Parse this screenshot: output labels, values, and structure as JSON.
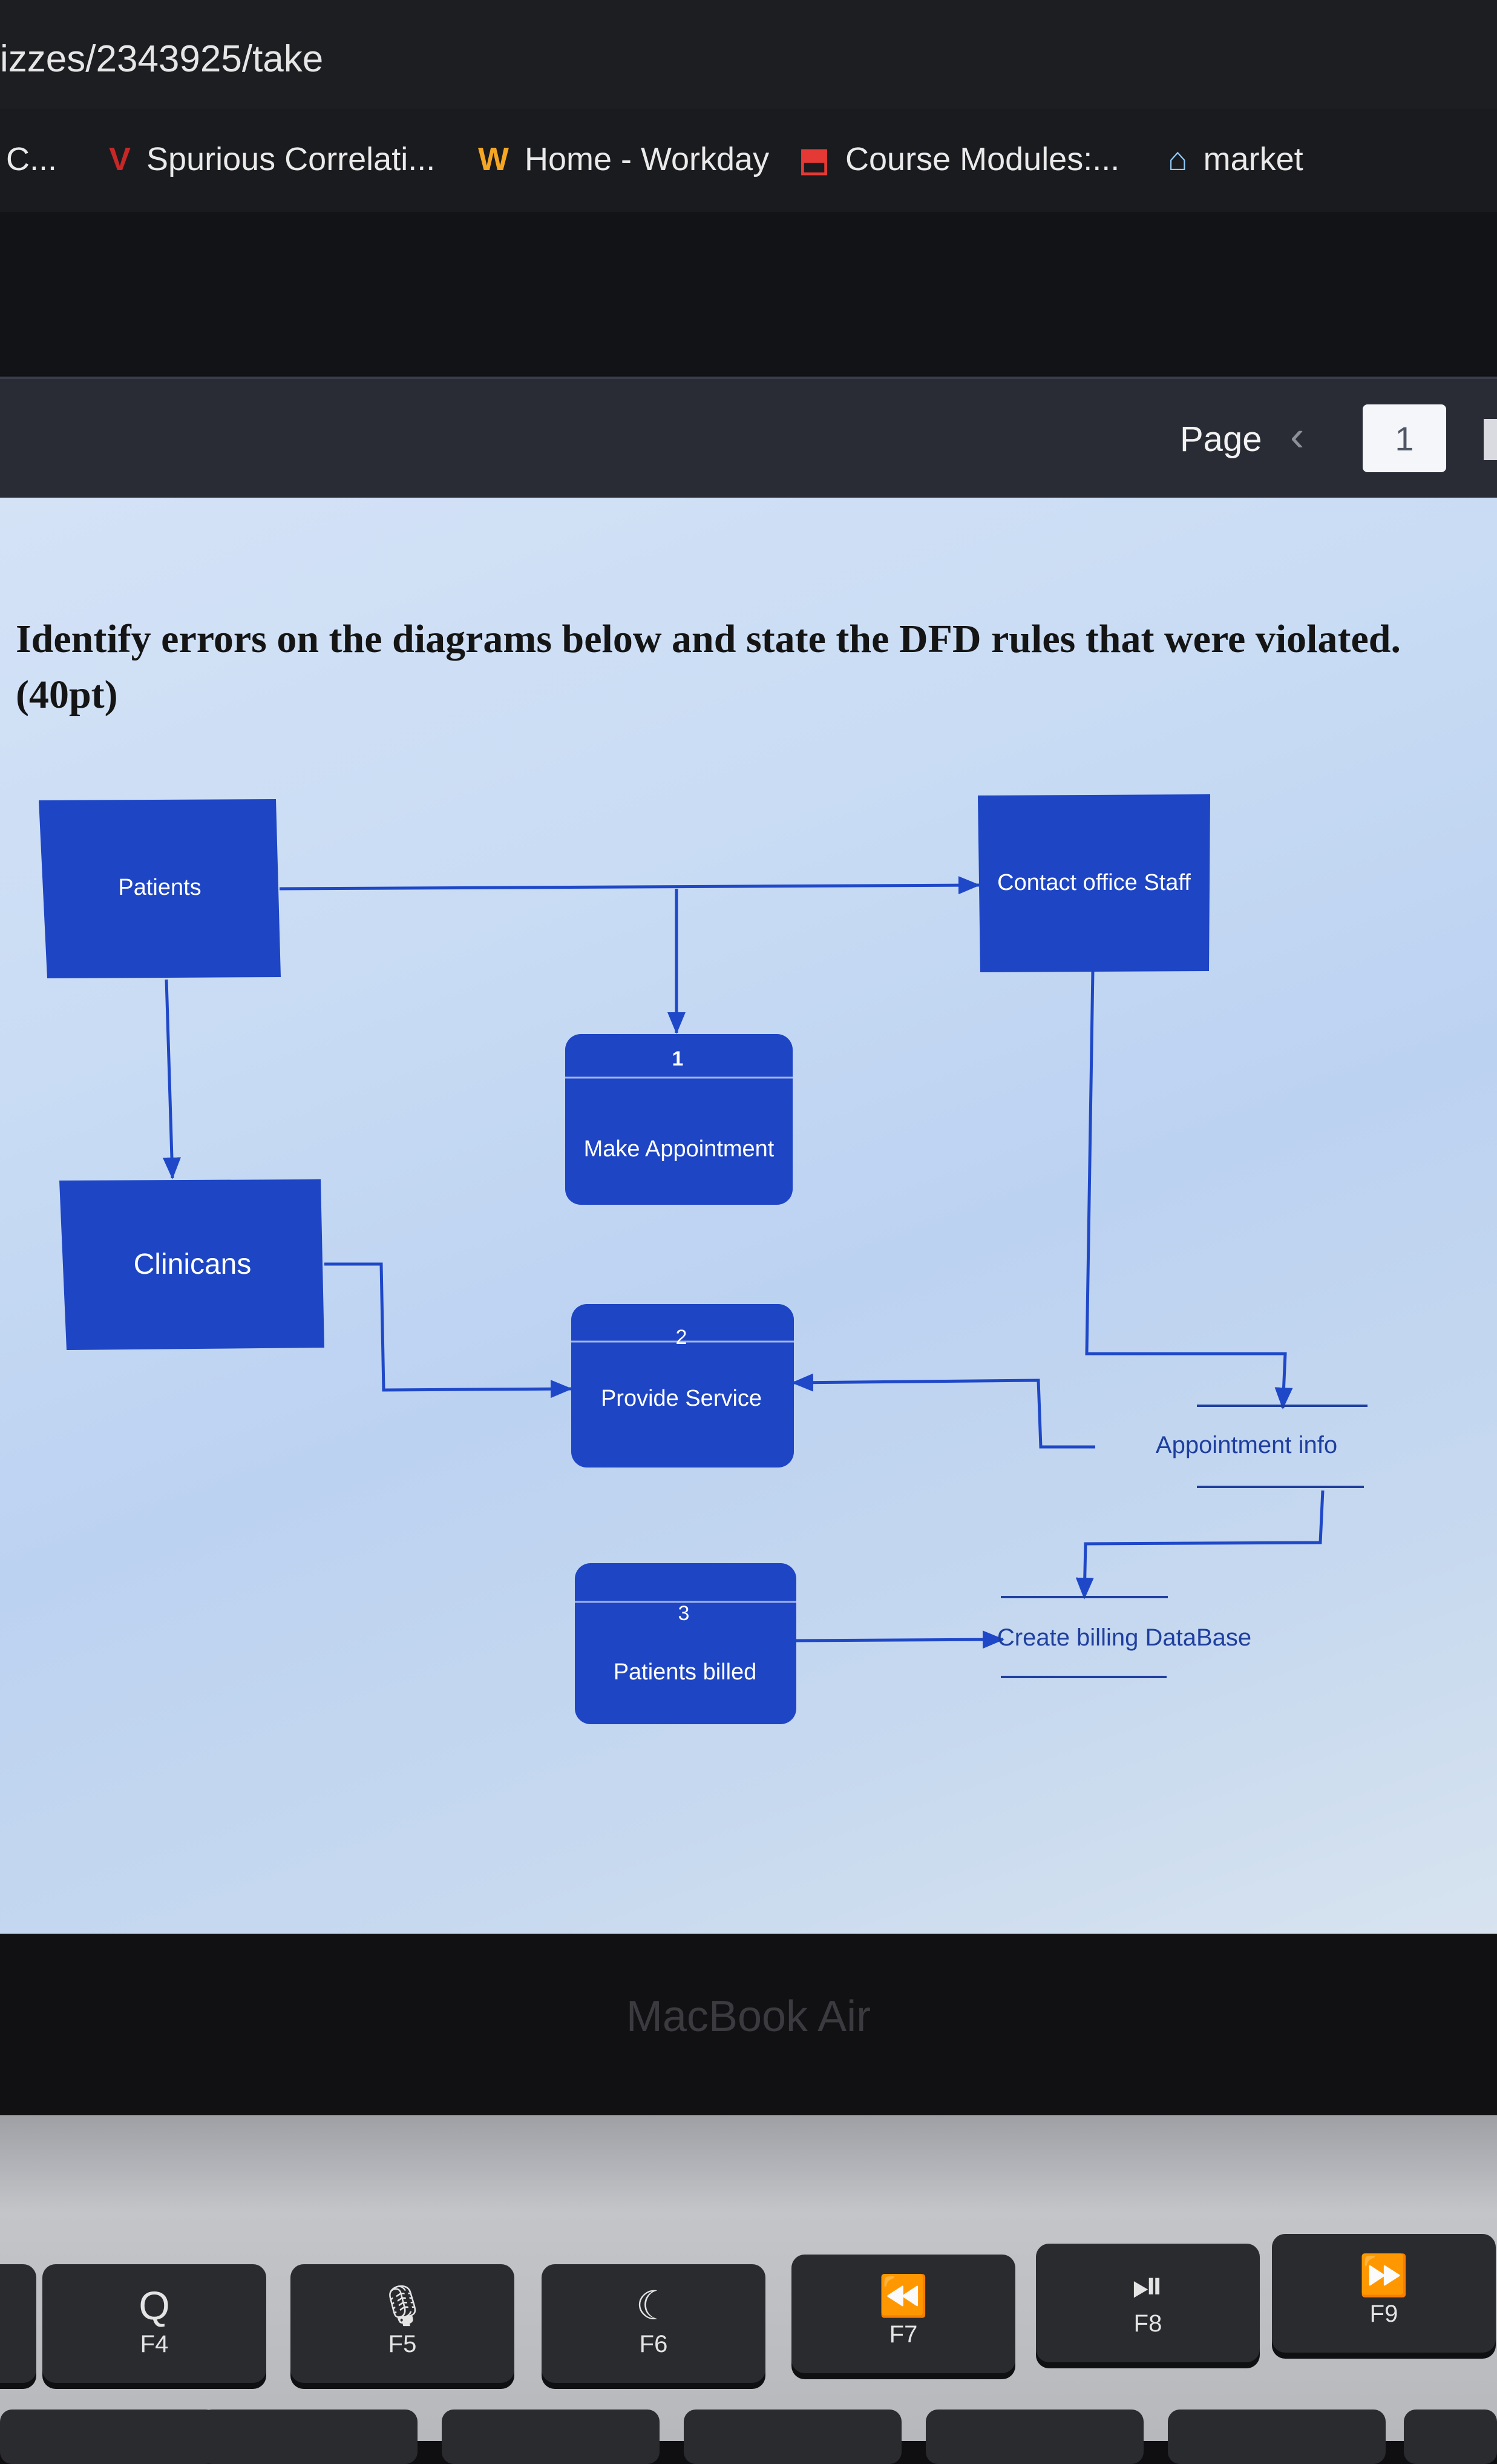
{
  "browser": {
    "url": "izzes/2343925/take",
    "bookmarks": [
      {
        "label": "C...",
        "icon": "globe-icon"
      },
      {
        "label": "Spurious Correlati...",
        "icon": "v-logo-icon",
        "icon_glyph": "V",
        "color": "#c62828"
      },
      {
        "label": "Home - Workday",
        "icon": "workday-icon",
        "icon_glyph": "W",
        "color": "#f5a623"
      },
      {
        "label": "Course Modules:...",
        "icon": "canvas-icon",
        "icon_glyph": "⬒",
        "color": "#e53935"
      },
      {
        "label": "market",
        "icon": "market-icon",
        "icon_glyph": "⌂",
        "color": "#90caf9"
      }
    ]
  },
  "canvas": {
    "page_label": "Page",
    "page_number": "1"
  },
  "quiz": {
    "question": "Identify errors on the diagrams below and state the DFD rules that were violated. (40pt)"
  },
  "diagram": {
    "entities": {
      "patients": "Patients",
      "clinicians": "Clinicans",
      "contact_staff": "Contact office Staff"
    },
    "processes": [
      {
        "number": "1",
        "name": "Make Appointment"
      },
      {
        "number": "2",
        "name": "Provide Service"
      },
      {
        "number": "3",
        "name": "Patients billed"
      }
    ],
    "datastores": {
      "appointment": "Appointment info",
      "billing": "Create billing DataBase"
    },
    "colors": {
      "box_fill": "#1d45c4",
      "line": "#1f48c8",
      "text_on_box": "#ffffff",
      "store_text": "#1f3f9f"
    }
  },
  "device": {
    "brand_label": "MacBook Air",
    "keys": [
      {
        "glyph": "Q",
        "label": "F4",
        "icon": "search-icon"
      },
      {
        "glyph": "🎙",
        "label": "F5",
        "icon": "microphone-icon"
      },
      {
        "glyph": "☾",
        "label": "F6",
        "icon": "moon-icon"
      },
      {
        "glyph": "⏪",
        "label": "F7",
        "icon": "rewind-icon"
      },
      {
        "glyph": "⏯",
        "label": "F8",
        "icon": "play-pause-icon"
      },
      {
        "glyph": "⏩",
        "label": "F9",
        "icon": "fast-forward-icon"
      }
    ]
  }
}
